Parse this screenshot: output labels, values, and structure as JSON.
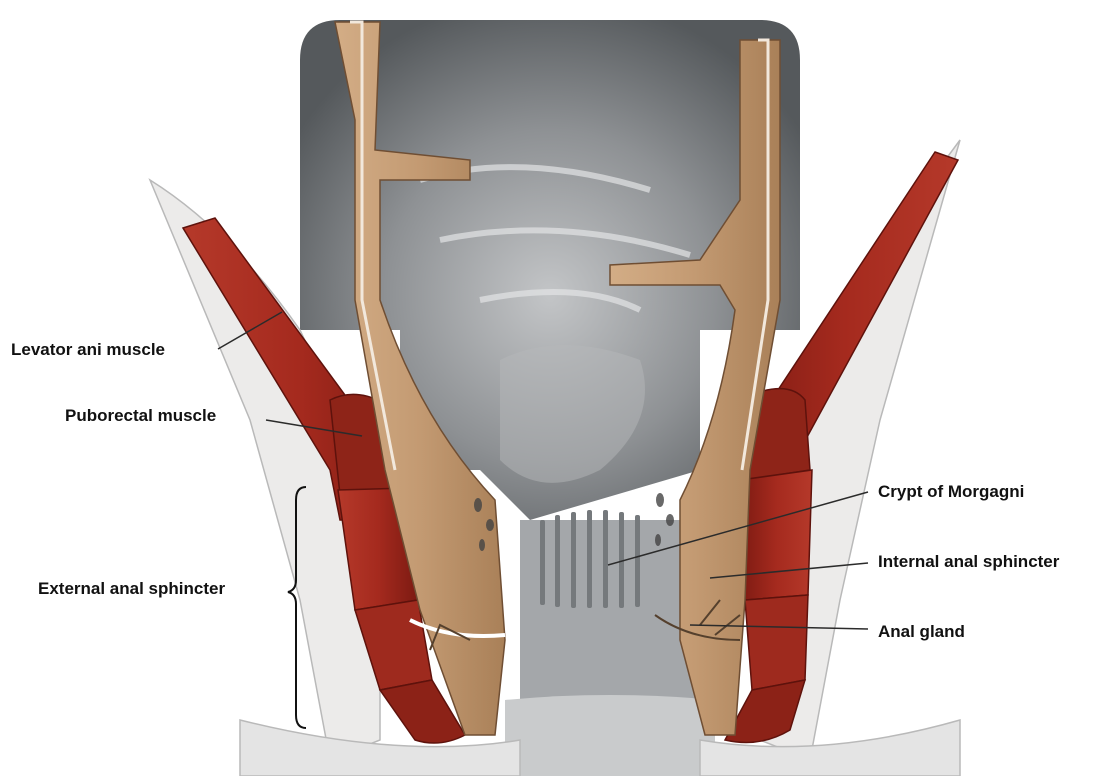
{
  "labels": {
    "levator_ani": "Levator ani muscle",
    "puborectal": "Puborectal muscle",
    "external_sphincter": "External anal sphincter",
    "crypt_morgagni": "Crypt of Morgagni",
    "internal_sphincter": "Internal anal sphincter",
    "anal_gland": "Anal gland"
  },
  "colors": {
    "muscle_red": "#a82a1f",
    "muscle_dark": "#7e1c14",
    "sphincter_tan": "#c39a72",
    "sphincter_dark": "#8f6a48",
    "mucosa_gray": "#8d9093",
    "mucosa_light": "#cfd1d2",
    "leader_line": "#2b2b2b"
  }
}
